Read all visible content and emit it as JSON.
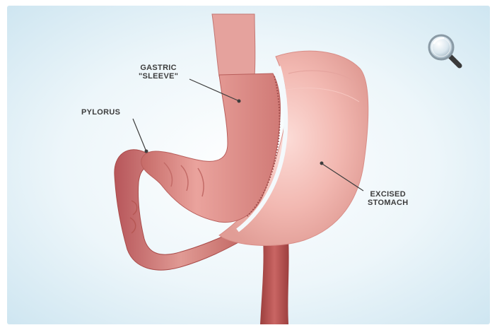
{
  "labels": {
    "sleeve": {
      "line1": "GASTRIC",
      "line2": "\"SLEEVE\""
    },
    "pylorus": "PYLORUS",
    "excised": {
      "line1": "EXCISED",
      "line2": "STOMACH"
    }
  },
  "icons": {
    "zoom": "magnifier-icon"
  },
  "colors": {
    "background": "#eaf4f9",
    "sleeve": "#e49a96",
    "sleeve_shadow": "#b95e5b",
    "excised": "#f2b9b3",
    "excised_highlight": "#fbd9d4",
    "duodenum": "#d4807c",
    "esophagus": "#e5a29d",
    "intestine_dark": "#a94b49"
  }
}
